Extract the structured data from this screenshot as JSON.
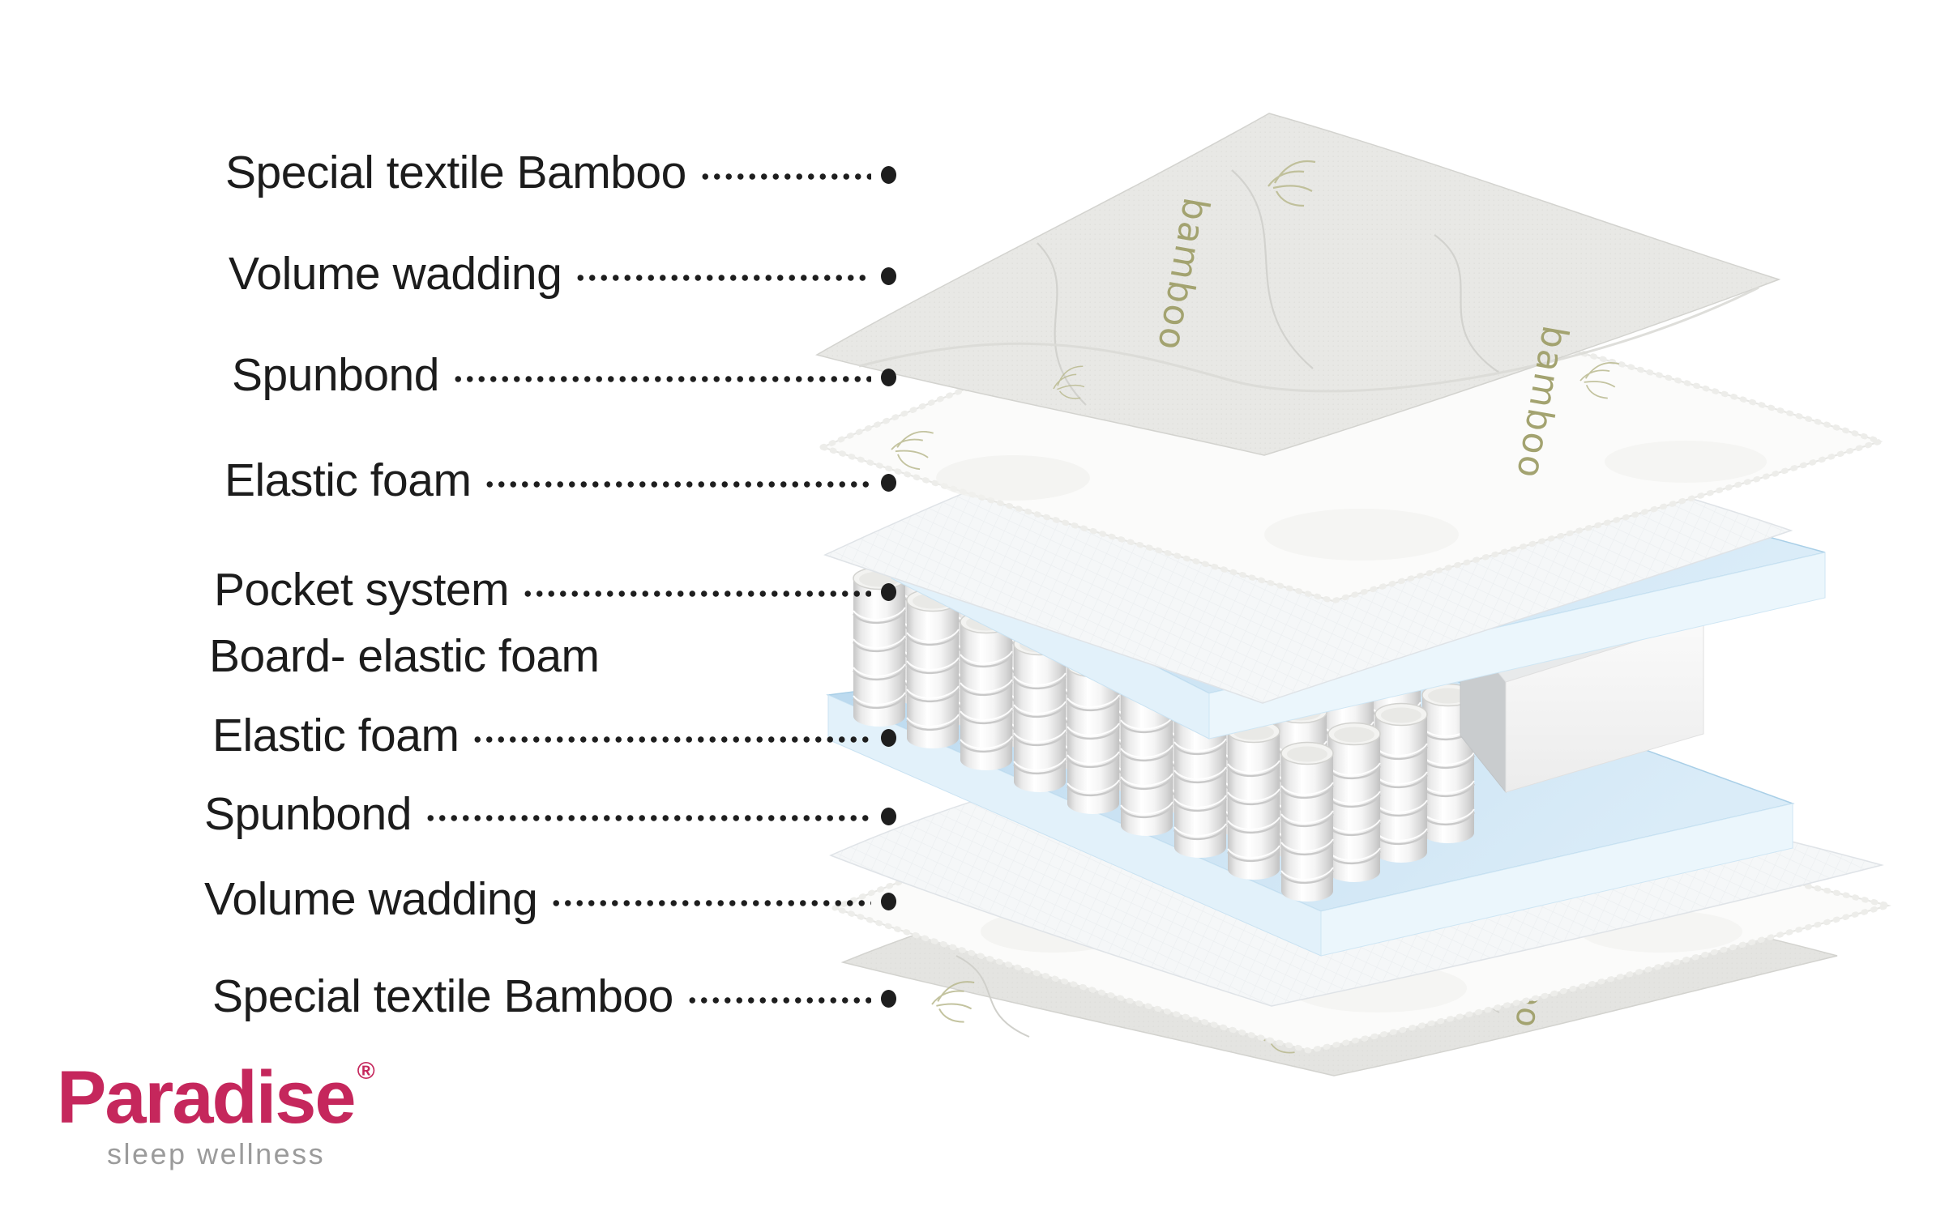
{
  "diagram": {
    "labels": [
      {
        "text": "Special textile Bamboo",
        "leader": true
      },
      {
        "text": "Volume wadding",
        "leader": true
      },
      {
        "text": "Spunbond",
        "leader": true
      },
      {
        "text": "Elastic foam",
        "leader": true
      },
      {
        "text": "Pocket system",
        "leader": true
      },
      {
        "text": "Board- elastic foam",
        "leader": false
      },
      {
        "text": "Elastic foam",
        "leader": true
      },
      {
        "text": "Spunbond",
        "leader": true
      },
      {
        "text": "Volume wadding",
        "leader": true
      },
      {
        "text": "Special textile Bamboo",
        "leader": true
      }
    ],
    "fabric_word": "bamboo"
  },
  "logo": {
    "brand": "Paradise",
    "registered": "®",
    "tagline": "sleep wellness",
    "brand_color": "#c5275c",
    "tagline_color": "#9b9b9b"
  },
  "colors": {
    "label_text": "#1c1c1c",
    "leader_dot": "#1e1e1e",
    "foam_blue": "#c9e1f2",
    "fabric_gray": "#e8e8e5",
    "bamboo_olive": "#a3a370",
    "background": "#ffffff"
  }
}
